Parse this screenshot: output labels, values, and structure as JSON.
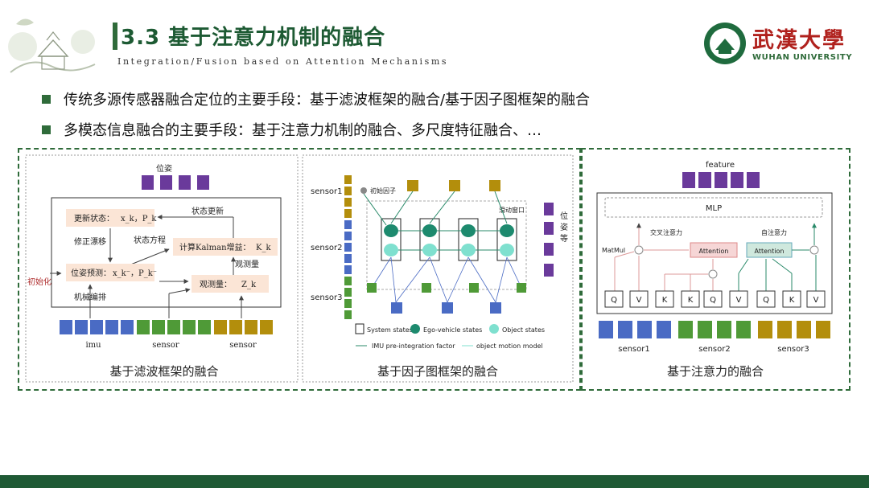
{
  "header": {
    "title": "3.3 基于注意力机制的融合",
    "subtitle": "Integration/Fusion based on Attention Mechanisms"
  },
  "logo": {
    "name_cn": "武漢大學",
    "name_en": "WUHAN UNIVERSITY"
  },
  "bullets": [
    "传统多源传感器融合定位的主要手段：基于滤波框架的融合/基于因子图框架的融合",
    "多模态信息融合的主要手段：基于注意力机制的融合、多尺度特征融合、…"
  ],
  "filter_panel": {
    "caption": "基于滤波框架的融合",
    "pose_label": "位姿",
    "update_state": "更新状态：",
    "update_vars": "x_k，P_k",
    "state_update": "状态更新",
    "correct_drift": "修正漂移",
    "state_equation": "状态方程",
    "kalman_gain": "计算Kalman增益：",
    "kalman_var": "K_k",
    "observe_eq": "观测量",
    "init": "初始化",
    "pose_predict": "位姿预测：",
    "predict_vars": "x_k⁻，P_k⁻",
    "observation": "观测量：",
    "observation_var": "Z_k",
    "mechanization": "机械编排",
    "imu_label": "imu",
    "sensor_label_1": "sensor",
    "sensor_label_2": "sensor"
  },
  "factor_panel": {
    "caption": "基于因子图框架的融合",
    "sensor_labels": [
      "sensor1",
      "sensor2",
      "sensor3"
    ],
    "initial_factor": "初始因子",
    "sliding_window": "滑动窗口",
    "pose_side": [
      "位",
      "姿",
      "等"
    ],
    "legend": {
      "system_states": "System states",
      "ego_states": "Ego-vehicle states",
      "object_states": "Object states",
      "imu_factor": "IMU pre-integration factor",
      "object_model": "object motion model"
    }
  },
  "attention_panel": {
    "caption": "基于注意力的融合",
    "feature_label": "feature",
    "mlp_label": "MLP",
    "cross_attention": "交叉注意力",
    "self_attention": "自注意力",
    "matmul": "MatMul",
    "attention_1": "Attention",
    "attention_2": "Attention",
    "qkv_tokens": [
      "Q",
      "V",
      "K",
      "K",
      "Q",
      "V",
      "Q",
      "K",
      "V"
    ],
    "sensor_labels": [
      "sensor1",
      "sensor2",
      "sensor3"
    ]
  },
  "colors": {
    "brand_green": "#2f6b3a",
    "brand_red": "#b0211d",
    "purple": "#6a3a9b",
    "blue": "#4a6bc4",
    "green": "#4f9a37",
    "olive": "#b38e0c",
    "teal_dark": "#1d8a6e",
    "teal_light": "#7fe0cf"
  }
}
